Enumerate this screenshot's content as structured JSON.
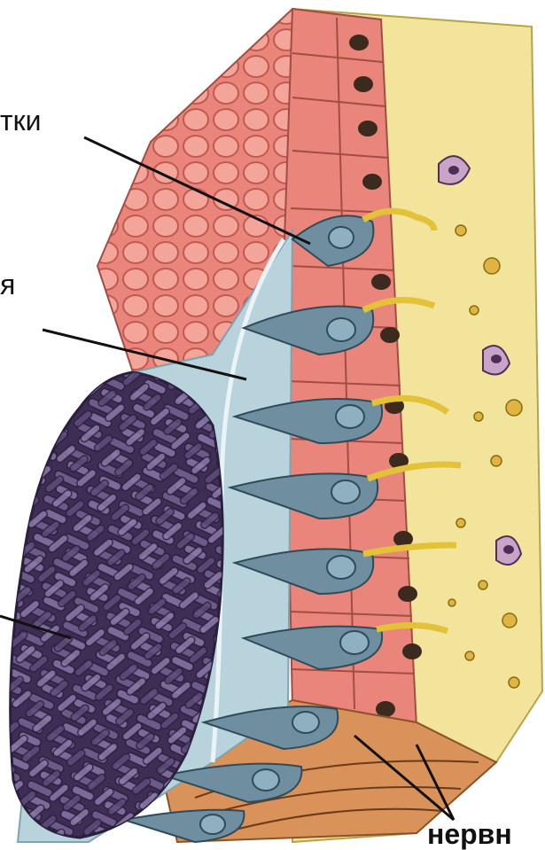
{
  "labels": {
    "hair_cells_fragment": "тки",
    "membrane_fragment": "я",
    "nerve_fragment": "нервн"
  },
  "colors": {
    "background": "#ffffff",
    "stroma": "#f2e49a",
    "support_cells": "#e9857a",
    "support_cells_dark": "#c95f56",
    "receptor_cells": "#6f8fa0",
    "membrane": "#b9d3dc",
    "otoliths": "#5a466f",
    "nerve_fibers": "#e3c23a",
    "nuclei": "#3c2a1e",
    "leader_lines": "#111111"
  }
}
